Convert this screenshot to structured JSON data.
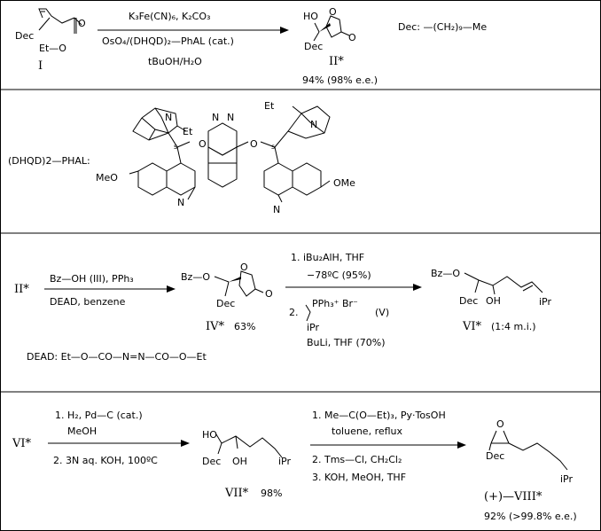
{
  "row1": {
    "sm_dec": "Dec",
    "sm_eto": "Et—O",
    "sm_o": "O",
    "sm_label": "I",
    "reagent1": "K₃Fe(CN)₆, K₂CO₃",
    "reagent2": "OsO₄/(DHQD)₂—PhAL (cat.)",
    "reagent3": "tBuOH/H₂O",
    "p_ho": "HO",
    "p_dec": "Dec",
    "p_o": "O",
    "p_label": "II*",
    "p_yield": "94% (98% e.e.)",
    "dec_def": "Dec: —(CH₂)₉—Me"
  },
  "ligand": {
    "name": "(DHQD)2—PHAL:",
    "et_left": "Et",
    "et_right": "Et",
    "meo_left": "MeO",
    "ome_right": "OMe",
    "s_left": "s",
    "s_right": "s",
    "n": "N",
    "o": "O"
  },
  "row3": {
    "start": "II*",
    "reagent_top": "Bz—OH  (III), PPh₃",
    "reagent_bottom": "DEAD,   benzene",
    "p_bzo": "Bz—O",
    "p_dec": "Dec",
    "p_o": "O",
    "p_label": "IV*",
    "p_yield": "63%",
    "step1": "1. iBu₂AlH,    THF",
    "step1b": "−78ºC (95%)",
    "step2": "2.",
    "ylide": "PPh₃⁺   Br⁻",
    "ylide_label": "(V)",
    "ylide_ipr": "iPr",
    "step2b": "BuLi,   THF   (70%)",
    "q_bzo": "Bz—O",
    "q_dec": "Dec",
    "q_oh": "OH",
    "q_ipr": "iPr",
    "q_label": "VI*",
    "q_ratio": "(1:4 m.i.)",
    "dead_def": "DEAD:   Et—O—CO—N=N—CO—O—Et"
  },
  "row4": {
    "start": "VI*",
    "a1": "1. H₂,  Pd—C (cat.)",
    "a1b": "MeOH",
    "a2": "2. 3N aq. KOH,   100ºC",
    "p_ho": "HO",
    "p_dec": "Dec",
    "p_oh": "OH",
    "p_ipr": "iPr",
    "p_label": "VII*",
    "p_yield": "98%",
    "b1": "1. Me—C(O—Et)₃,  Py·TosOH",
    "b1b": "toluene, reflux",
    "b2": "2. Tms—Cl,  CH₂Cl₂",
    "b3": "3. KOH,   MeOH, THF",
    "e_o": "O",
    "e_dec": "Dec",
    "e_ipr": "iPr",
    "e_label": "(+)—VIII*",
    "e_yield": "92% (>99.8% e.e.)"
  }
}
